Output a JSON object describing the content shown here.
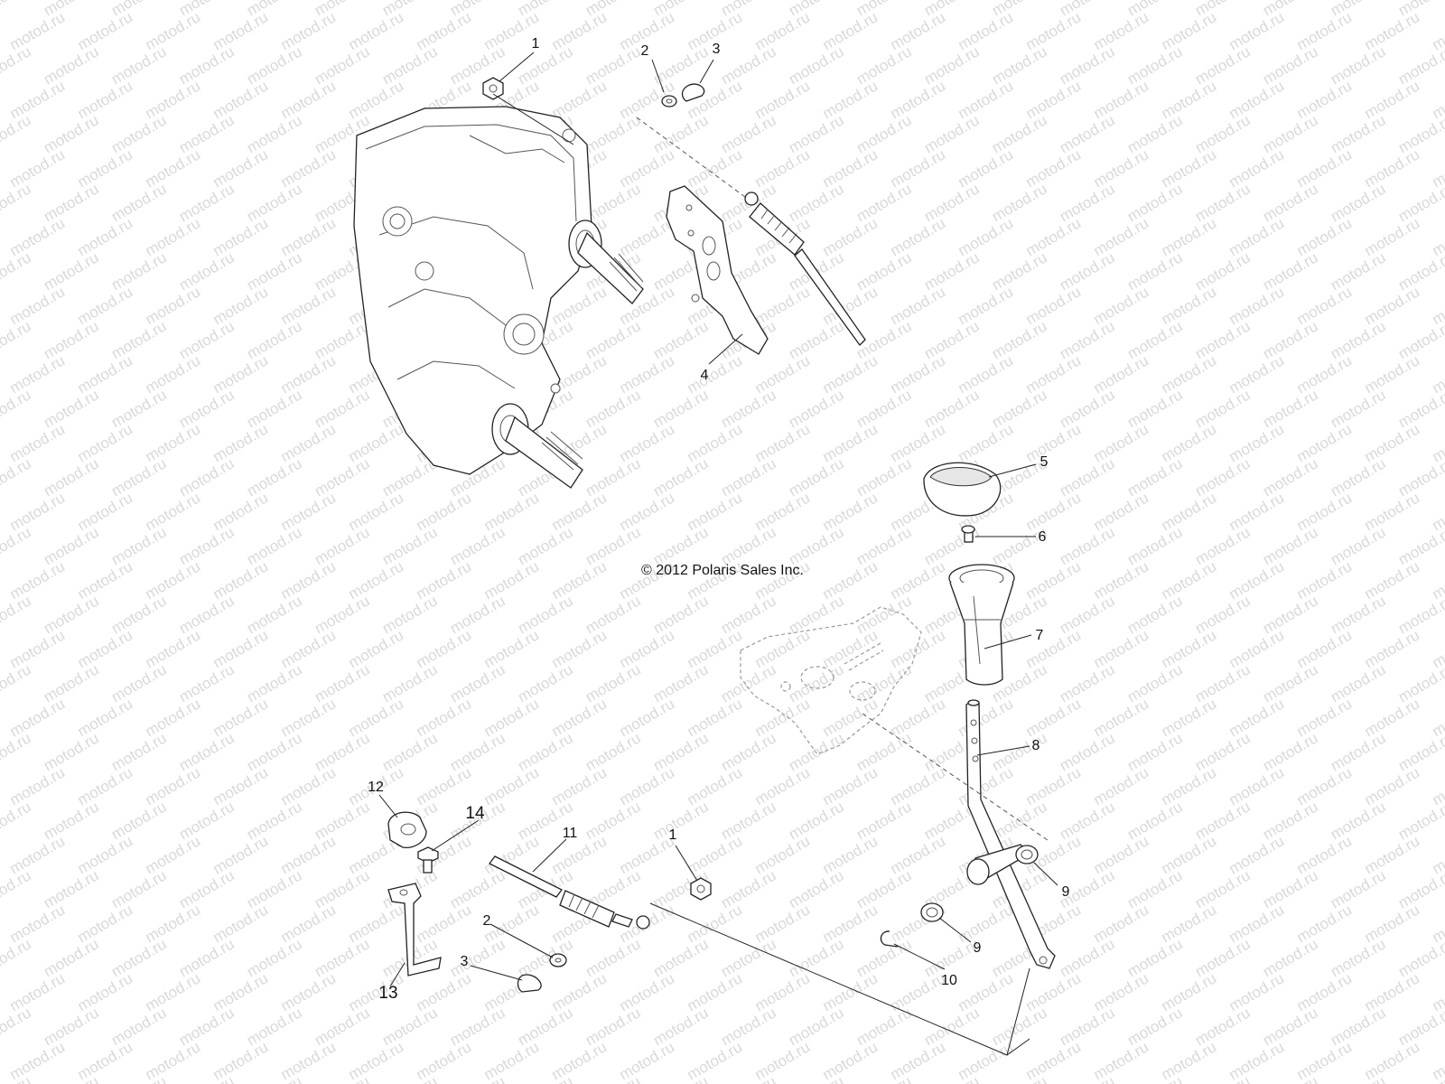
{
  "diagram": {
    "watermark_text": "motod.ru",
    "copyright": "© 2012 Polaris Sales Inc.",
    "callouts": [
      {
        "id": "c1-top",
        "label": "1"
      },
      {
        "id": "c2-top",
        "label": "2"
      },
      {
        "id": "c3-top",
        "label": "3"
      },
      {
        "id": "c4",
        "label": "4"
      },
      {
        "id": "c5",
        "label": "5"
      },
      {
        "id": "c6",
        "label": "6"
      },
      {
        "id": "c7",
        "label": "7"
      },
      {
        "id": "c8",
        "label": "8"
      },
      {
        "id": "c9-right",
        "label": "9"
      },
      {
        "id": "c9-lower",
        "label": "9"
      },
      {
        "id": "c10",
        "label": "10"
      },
      {
        "id": "c11",
        "label": "11"
      },
      {
        "id": "c1-lower",
        "label": "1"
      },
      {
        "id": "c2-lower",
        "label": "2"
      },
      {
        "id": "c3-lower",
        "label": "3"
      },
      {
        "id": "c12",
        "label": "12"
      },
      {
        "id": "c13",
        "label": "13"
      },
      {
        "id": "c14",
        "label": "14"
      }
    ]
  }
}
